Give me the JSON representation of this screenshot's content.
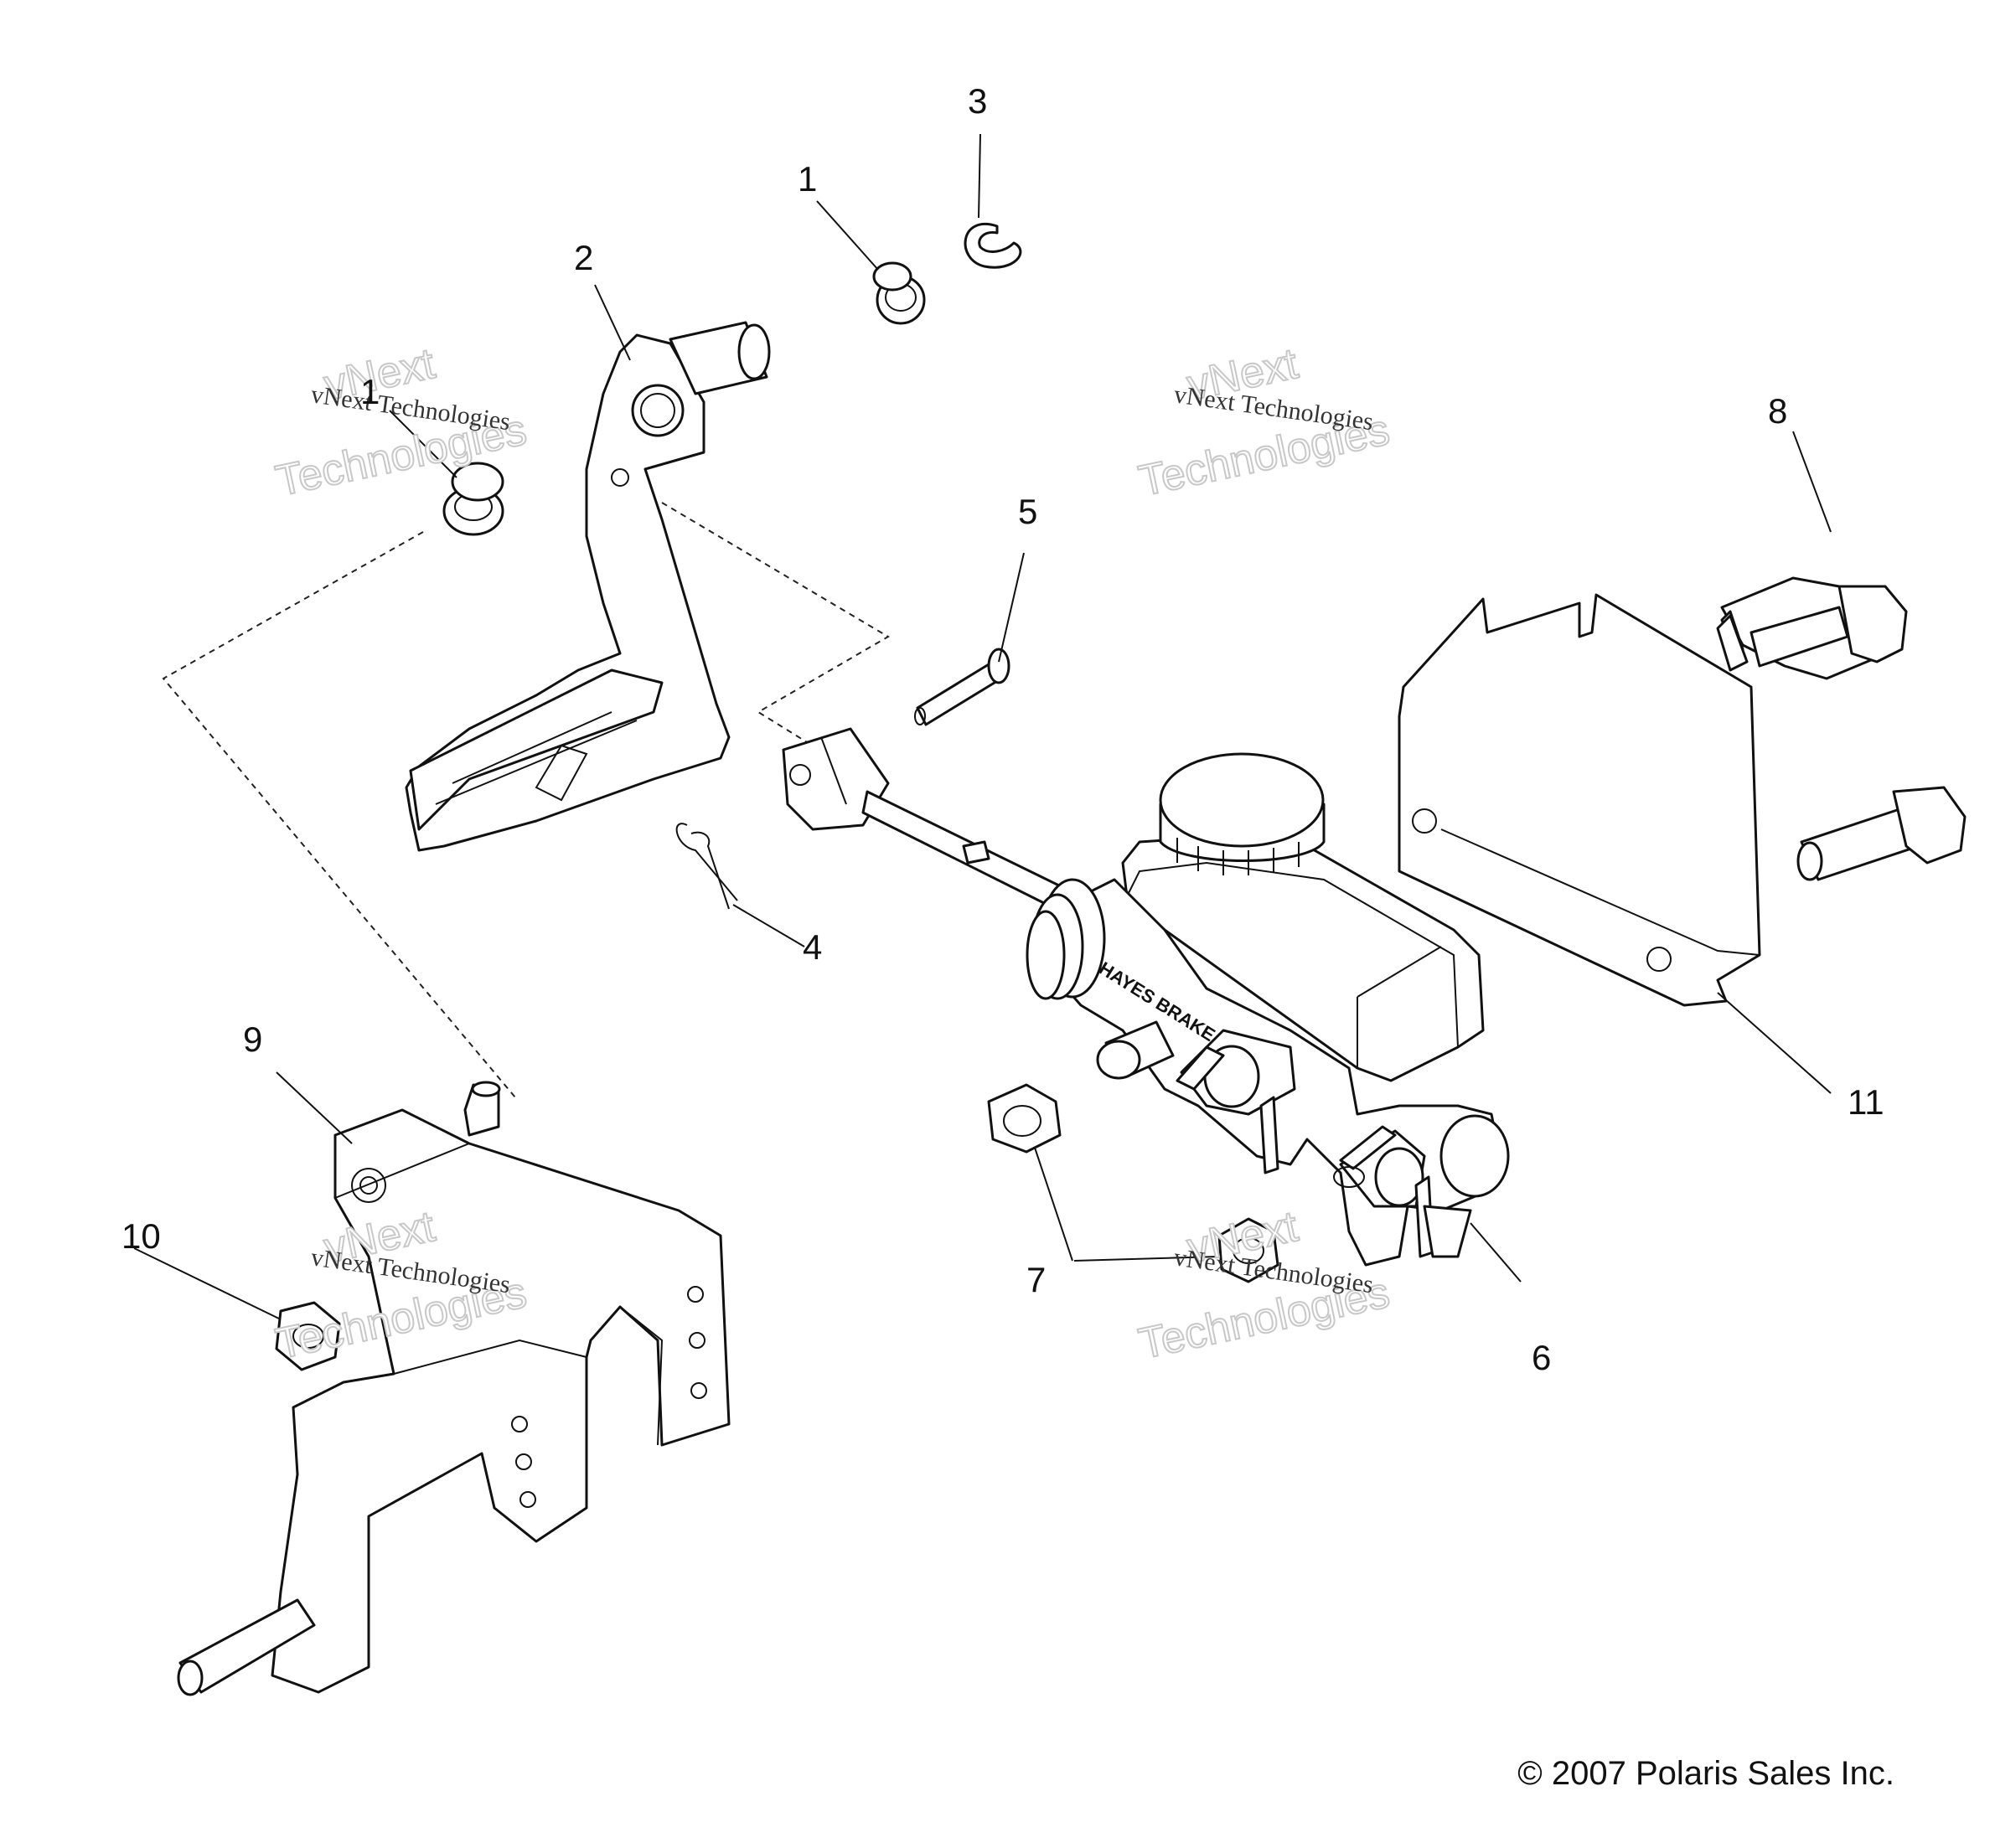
{
  "callouts": [
    {
      "id": "c1a",
      "text": "1"
    },
    {
      "id": "c1b",
      "text": "1"
    },
    {
      "id": "c2",
      "text": "2"
    },
    {
      "id": "c3",
      "text": "3"
    },
    {
      "id": "c4",
      "text": "4"
    },
    {
      "id": "c5",
      "text": "5"
    },
    {
      "id": "c6",
      "text": "6"
    },
    {
      "id": "c7",
      "text": "7"
    },
    {
      "id": "c8",
      "text": "8"
    },
    {
      "id": "c9",
      "text": "9"
    },
    {
      "id": "c10",
      "text": "10"
    },
    {
      "id": "c11",
      "text": "11"
    }
  ],
  "watermark": {
    "line1": "vNext",
    "line2": "Technologies",
    "small": "vNext Technologies"
  },
  "cylinder_stamp": "HAYES BRAKE",
  "copyright": "© 2007 Polaris Sales Inc."
}
